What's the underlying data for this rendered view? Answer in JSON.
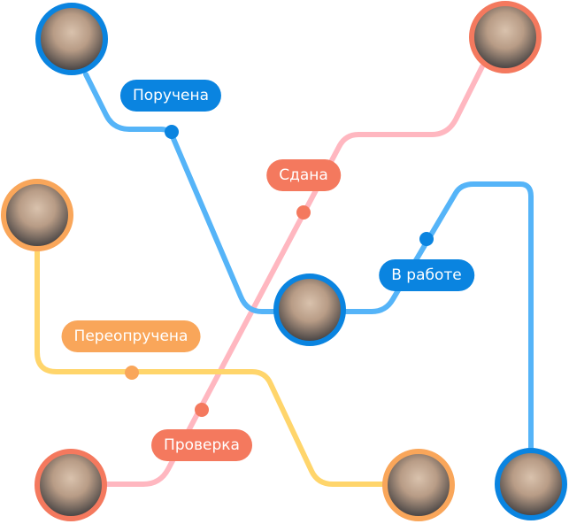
{
  "colors": {
    "blue_line": "#55b4f8",
    "blue_accent": "#0a84e0",
    "pink_line": "#ffb7c0",
    "coral": "#f4795e",
    "yellow_line": "#ffd56b",
    "orange": "#f9a65a"
  },
  "labels": {
    "assigned": "Поручена",
    "submitted": "Сдана",
    "in_progress": "В работе",
    "reassigned": "Переопручена",
    "review": "Проверка"
  },
  "avatars": [
    {
      "id": "user-top-left",
      "ring": "blue"
    },
    {
      "id": "user-top-right",
      "ring": "coral"
    },
    {
      "id": "user-left",
      "ring": "orange"
    },
    {
      "id": "user-center",
      "ring": "blue"
    },
    {
      "id": "user-bottom-left",
      "ring": "coral"
    },
    {
      "id": "user-bottom-center",
      "ring": "orange"
    },
    {
      "id": "user-bottom-right",
      "ring": "blue"
    }
  ]
}
